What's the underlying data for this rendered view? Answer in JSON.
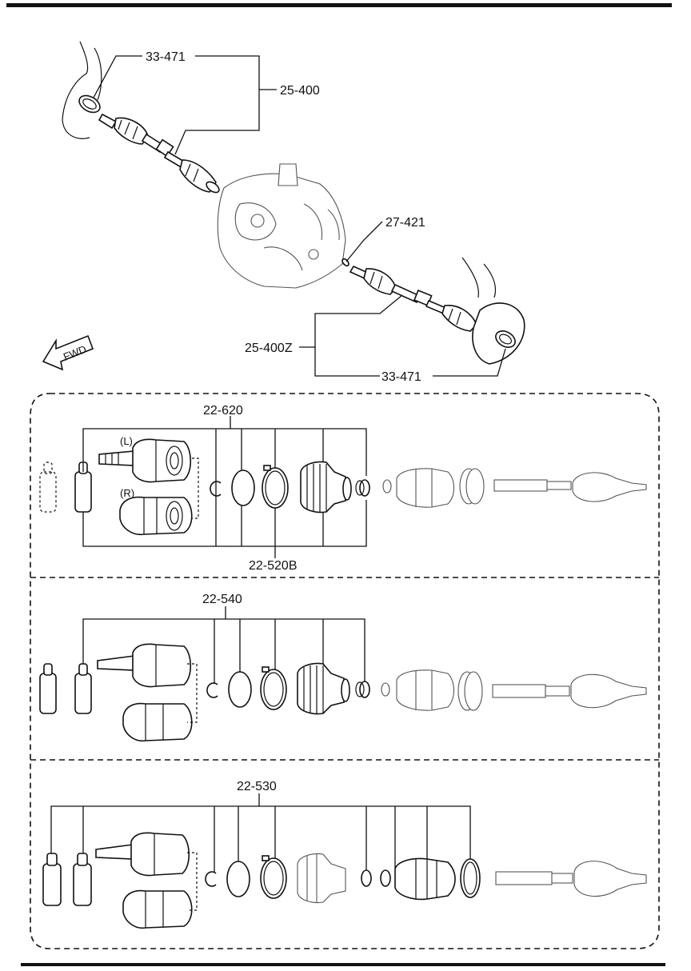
{
  "labels": {
    "seal_upper": "33-471",
    "shaft_left": "25-400",
    "clip": "27-421",
    "shaft_right": "25-400Z",
    "seal_lower": "33-471",
    "fwd": "FWD",
    "kit_620": "22-620",
    "kit_520b": "22-520B",
    "kit_540": "22-540",
    "kit_530": "22-530",
    "left_mark": "(L)",
    "right_mark": "(R)"
  },
  "icons": {
    "fwd_arrow": "fwd-arrow-icon"
  },
  "colors": {
    "line": "#111111",
    "background": "#ffffff"
  }
}
